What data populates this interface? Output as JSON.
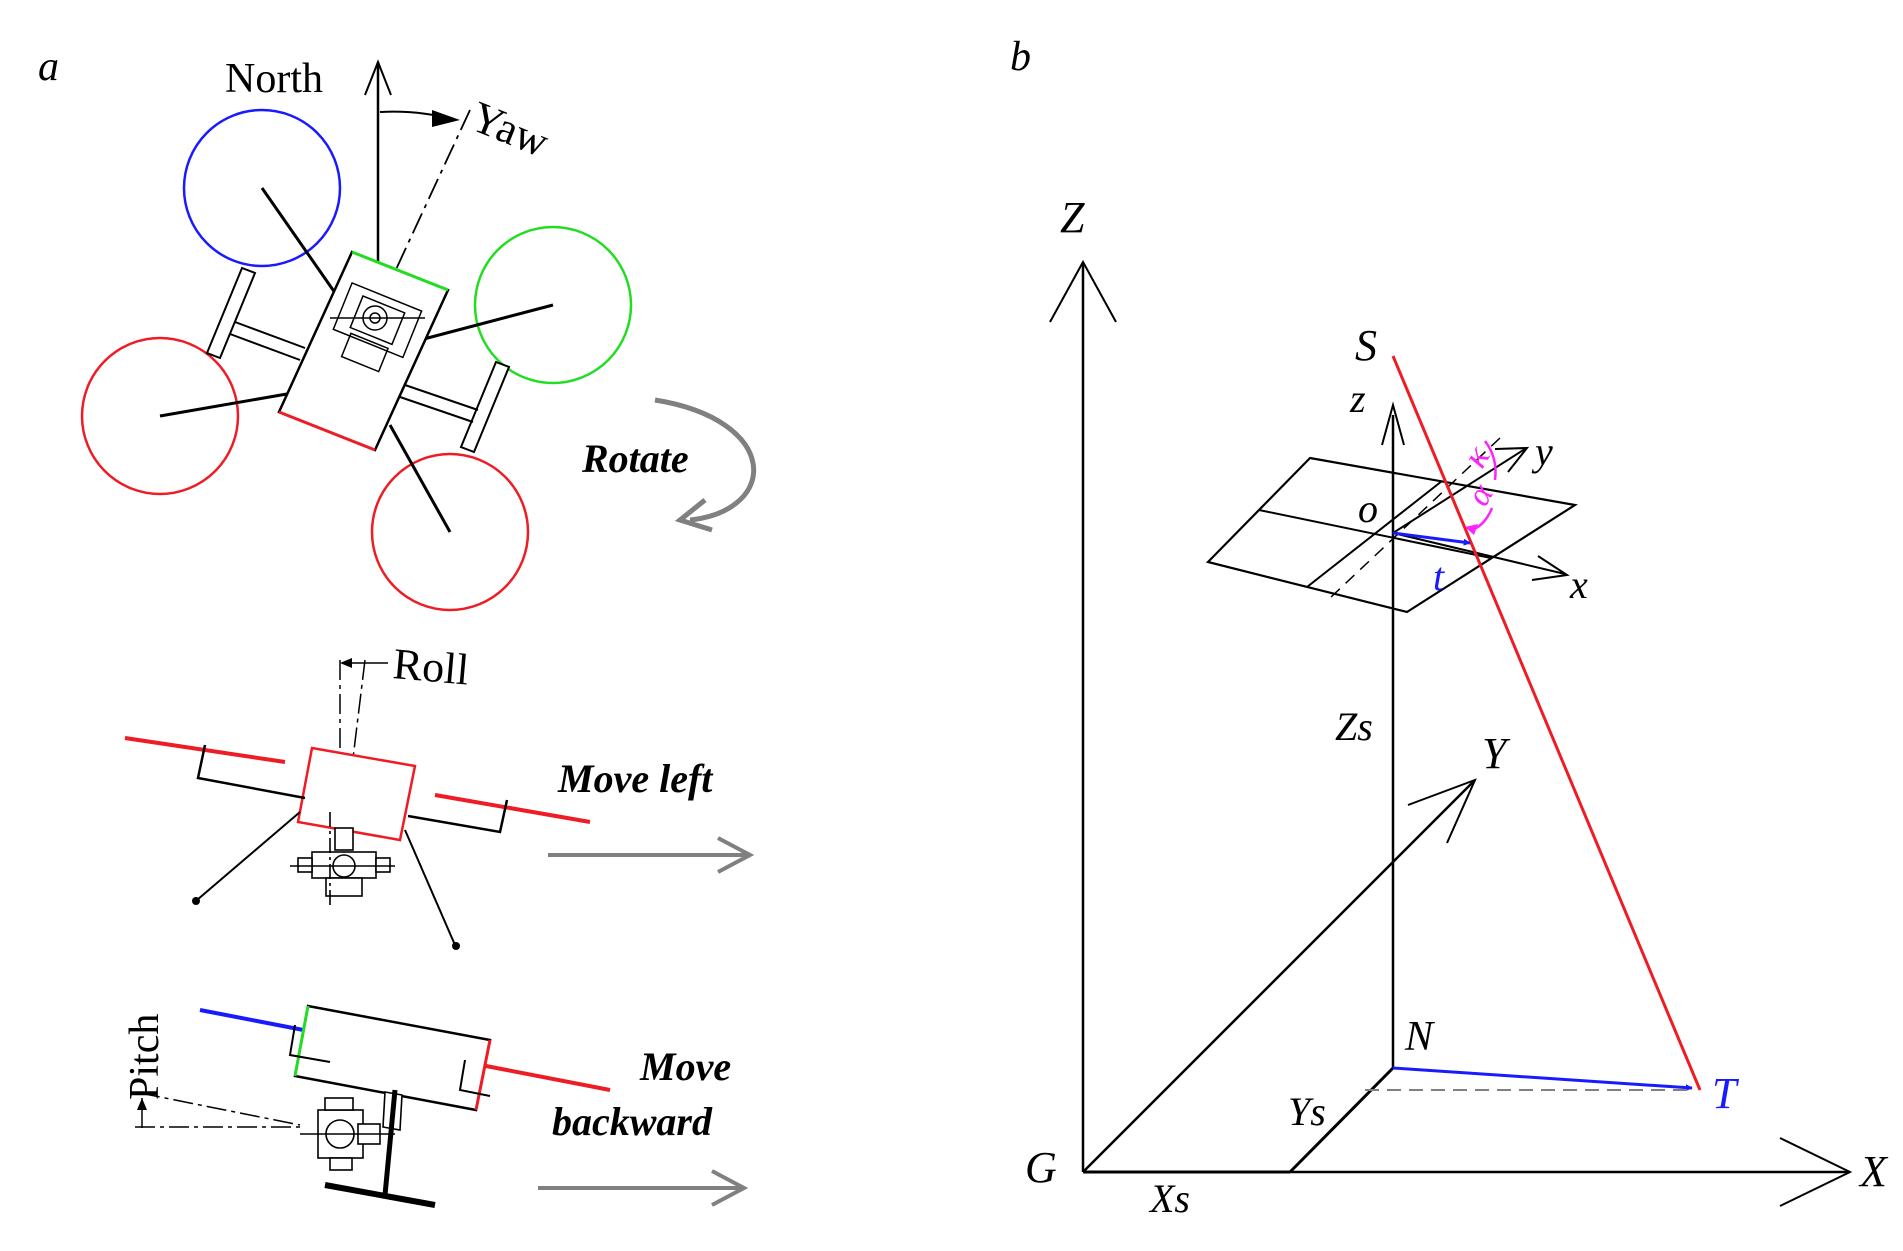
{
  "panel_a": {
    "label": "a",
    "yaw_view": {
      "north_label": "North",
      "yaw_label": "Yaw",
      "rotate_label": "Rotate"
    },
    "roll_view": {
      "roll_label": "Roll",
      "move_label": "Move left"
    },
    "pitch_view": {
      "pitch_label": "Pitch",
      "move_label_line1": "Move",
      "move_label_line2": "backward"
    }
  },
  "panel_b": {
    "label": "b",
    "world_axes": {
      "z": "Z",
      "y": "Y",
      "x": "X"
    },
    "camera_axes": {
      "z": "z",
      "y": "y",
      "x": "x"
    },
    "points": {
      "S": "S",
      "o": "o",
      "N": "N",
      "T": "T",
      "G": "G",
      "t": "t"
    },
    "offsets": {
      "xs": "Xs",
      "ys": "Ys",
      "zs": "Zs"
    },
    "angles": {
      "kappa": "κ",
      "alpha": "α"
    }
  },
  "colors": {
    "red": "#ee1c24",
    "blue": "#1a1aff",
    "green": "#22dd22",
    "magenta": "#ff22ff",
    "gray": "#808080",
    "black": "#000000"
  }
}
